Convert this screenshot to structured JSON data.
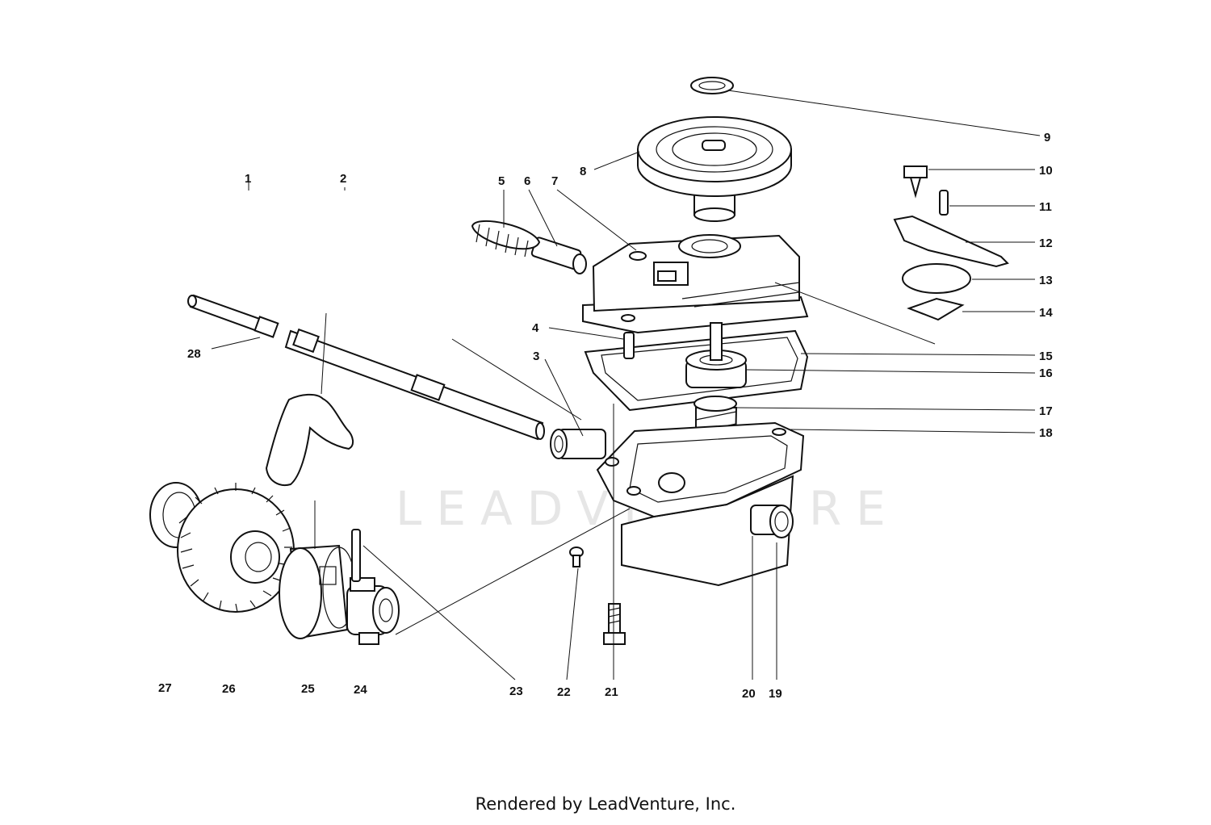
{
  "diagram": {
    "watermark": "LEADVENTURE",
    "footer": "Rendered by LeadVenture, Inc.",
    "labels": {
      "p1": "1",
      "p2": "2",
      "p3": "3",
      "p4": "4",
      "p5": "5",
      "p6": "6",
      "p7": "7",
      "p8": "8",
      "p9": "9",
      "p10": "10",
      "p11": "11",
      "p12": "12",
      "p13": "13",
      "p14": "14",
      "p15": "15",
      "p16": "16",
      "p17": "17",
      "p18": "18",
      "p19": "19",
      "p20": "20",
      "p21": "21",
      "p22": "22",
      "p23": "23",
      "p24": "24",
      "p25": "25",
      "p26": "26",
      "p27": "27",
      "p28": "28"
    }
  }
}
